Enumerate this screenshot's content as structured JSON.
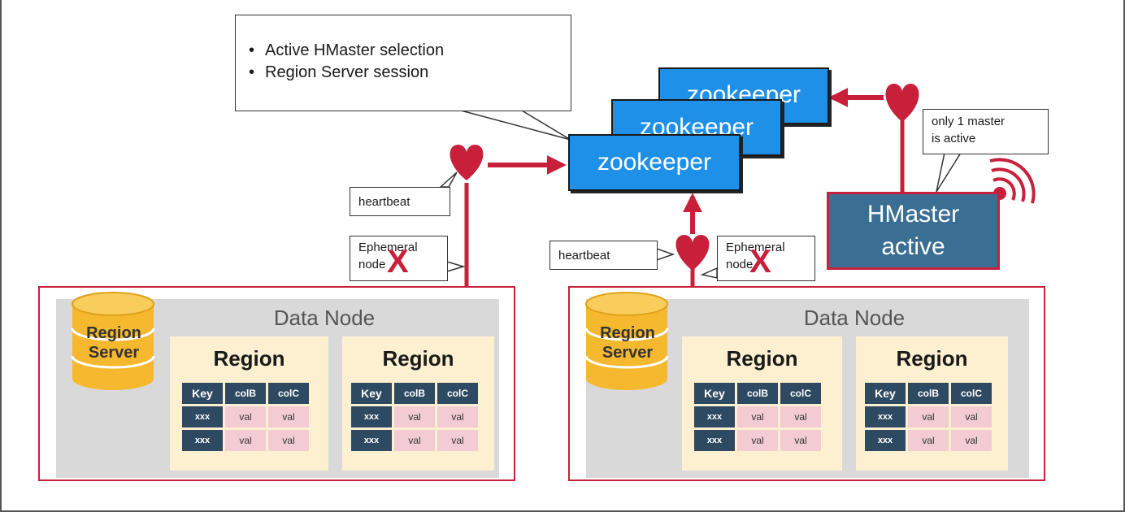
{
  "callout_main": {
    "items": [
      "Active HMaster selection",
      "Region Server session"
    ]
  },
  "zookeeper_label": "zookeeper",
  "hmaster": {
    "line1": "HMaster",
    "line2": "active"
  },
  "master_note": {
    "line1": "only 1 master",
    "line2": "is active"
  },
  "heartbeat_label": "heartbeat",
  "ephemeral": {
    "line1": "Ephemeral",
    "line2": "node"
  },
  "x_mark": "X",
  "data_nodes": [
    {
      "title": "Data Node",
      "server": {
        "line1": "Region",
        "line2": "Server"
      },
      "regions": [
        {
          "title": "Region",
          "headers": [
            "Key",
            "colB",
            "colC"
          ],
          "rows": [
            [
              "xxx",
              "val",
              "val"
            ],
            [
              "xxx",
              "val",
              "val"
            ]
          ]
        },
        {
          "title": "Region",
          "headers": [
            "Key",
            "colB",
            "colC"
          ],
          "rows": [
            [
              "xxx",
              "val",
              "val"
            ],
            [
              "xxx",
              "val",
              "val"
            ]
          ]
        }
      ]
    },
    {
      "title": "Data Node",
      "server": {
        "line1": "Region",
        "line2": "Server"
      },
      "regions": [
        {
          "title": "Region",
          "headers": [
            "Key",
            "colB",
            "colC"
          ],
          "rows": [
            [
              "xxx",
              "val",
              "val"
            ],
            [
              "xxx",
              "val",
              "val"
            ]
          ]
        },
        {
          "title": "Region",
          "headers": [
            "Key",
            "colB",
            "colC"
          ],
          "rows": [
            [
              "xxx",
              "val",
              "val"
            ],
            [
              "xxx",
              "val",
              "val"
            ]
          ]
        }
      ]
    }
  ],
  "colors": {
    "accent_red": "#c8203a",
    "zookeeper_blue": "#1e90e8",
    "hmaster_blue": "#3a6f93",
    "cell_dark": "#2e4a62",
    "cell_pink": "#f3cbd2",
    "region_bg": "#fdf0d0",
    "cylinder": "#f5b82e"
  }
}
